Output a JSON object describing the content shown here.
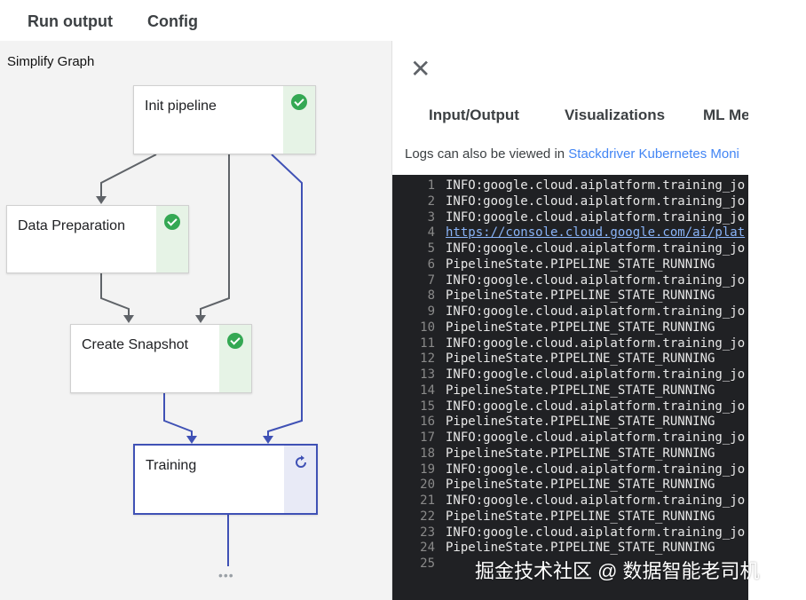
{
  "top_tabs": [
    "Run output",
    "Config"
  ],
  "graph": {
    "simplify_label": "Simplify Graph",
    "nodes": [
      {
        "label": "Init pipeline",
        "status": "succeeded"
      },
      {
        "label": "Data Preparation",
        "status": "succeeded"
      },
      {
        "label": "Create Snapshot",
        "status": "succeeded"
      },
      {
        "label": "Training",
        "status": "running"
      }
    ],
    "more": "•••"
  },
  "panel": {
    "close": "✕",
    "tabs": [
      "Input/Output",
      "Visualizations",
      "ML Me"
    ],
    "logs_note": "Logs can also be viewed in ",
    "logs_link": "Stackdriver Kubernetes Moni",
    "log_lines": [
      "INFO:google.cloud.aiplatform.training_jo",
      "INFO:google.cloud.aiplatform.training_jo",
      "INFO:google.cloud.aiplatform.training_jo",
      "https://console.cloud.google.com/ai/plat",
      "INFO:google.cloud.aiplatform.training_jo",
      "PipelineState.PIPELINE_STATE_RUNNING",
      "INFO:google.cloud.aiplatform.training_jo",
      "PipelineState.PIPELINE_STATE_RUNNING",
      "INFO:google.cloud.aiplatform.training_jo",
      "PipelineState.PIPELINE_STATE_RUNNING",
      "INFO:google.cloud.aiplatform.training_jo",
      "PipelineState.PIPELINE_STATE_RUNNING",
      "INFO:google.cloud.aiplatform.training_jo",
      "PipelineState.PIPELINE_STATE_RUNNING",
      "INFO:google.cloud.aiplatform.training_jo",
      "PipelineState.PIPELINE_STATE_RUNNING",
      "INFO:google.cloud.aiplatform.training_jo",
      "PipelineState.PIPELINE_STATE_RUNNING",
      "INFO:google.cloud.aiplatform.training_jo",
      "PipelineState.PIPELINE_STATE_RUNNING",
      "INFO:google.cloud.aiplatform.training_jo",
      "PipelineState.PIPELINE_STATE_RUNNING",
      "INFO:google.cloud.aiplatform.training_jo",
      "PipelineState.PIPELINE_STATE_RUNNING",
      ""
    ]
  },
  "watermark": "掘金技术社区 @ 数据智能老司机",
  "colors": {
    "success": "#34a853",
    "running": "#3f51b5",
    "link": "#4285f4",
    "console_bg": "#202124"
  }
}
